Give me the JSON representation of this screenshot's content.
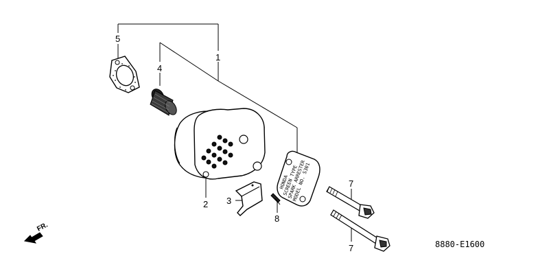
{
  "callouts": {
    "c1": "1",
    "c2": "2",
    "c3": "3",
    "c4": "4",
    "c5": "5",
    "c7a": "7",
    "c7b": "7",
    "c8": "8"
  },
  "direction": "FR.",
  "diagram_code": "8880-E1600",
  "plate_text": [
    "HONDA",
    "SCREEN TYPE",
    "SPARK ARRESTER",
    "MODEL NO. S301"
  ]
}
